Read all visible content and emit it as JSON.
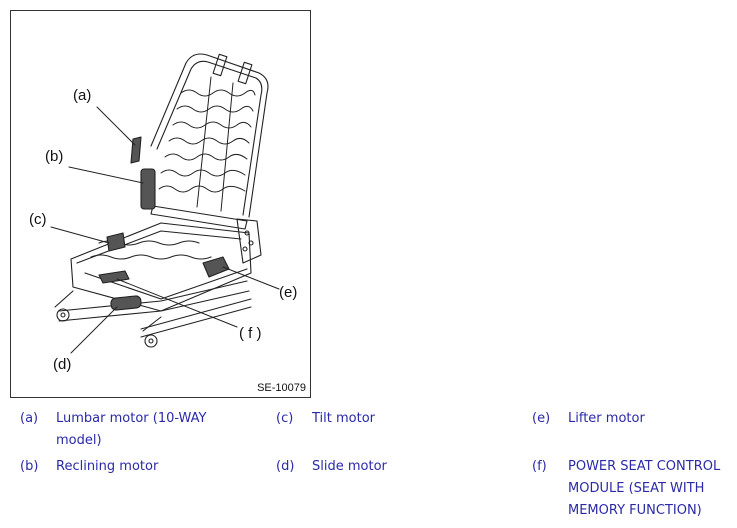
{
  "figure": {
    "id_label": "SE-10079",
    "callouts": {
      "a": "(a)",
      "b": "(b)",
      "c": "(c)",
      "d": "(d)",
      "e": "(e)",
      "f": "( f )"
    }
  },
  "legend": [
    {
      "key": "(a)",
      "desc": "Lumbar motor (10-WAY model)"
    },
    {
      "key": "(b)",
      "desc": "Reclining motor"
    },
    {
      "key": "(c)",
      "desc": "Tilt motor"
    },
    {
      "key": "(d)",
      "desc": "Slide motor"
    },
    {
      "key": "(e)",
      "desc": "Lifter motor"
    },
    {
      "key": "(f)",
      "desc": "POWER SEAT CONTROL MODULE (SEAT WITH MEMORY FUNCTION)"
    }
  ],
  "colors": {
    "legend_text": "#2a2aa8",
    "line_art": "#222222",
    "motor_fill": "#555555"
  }
}
